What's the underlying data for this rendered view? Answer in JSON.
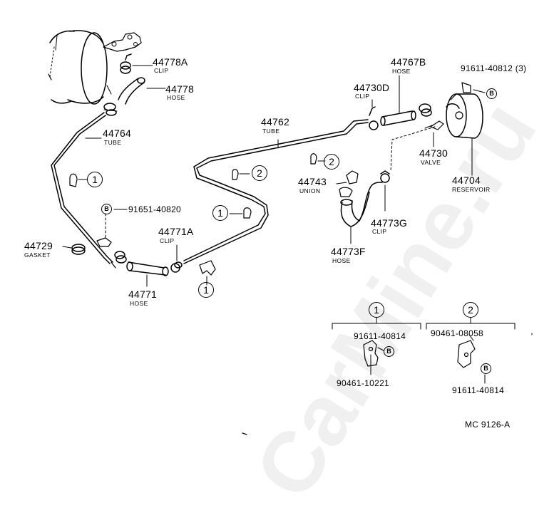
{
  "watermark": "CarMine.ru",
  "figure_code": "MC 9126-A",
  "parts": {
    "p44778A": {
      "number": "44778A",
      "name": "CLIP"
    },
    "p44778": {
      "number": "44778",
      "name": "HOSE"
    },
    "p44764": {
      "number": "44764",
      "name": "TUBE"
    },
    "p44762": {
      "number": "44762",
      "name": "TUBE"
    },
    "p44767B": {
      "number": "44767B",
      "name": "HOSE"
    },
    "p44730D": {
      "number": "44730D",
      "name": "CLIP"
    },
    "p44730": {
      "number": "44730",
      "name": "VALVE"
    },
    "p44704": {
      "number": "44704",
      "name": "RESERVOIR"
    },
    "p44743": {
      "number": "44743",
      "name": "UNION"
    },
    "p44773G": {
      "number": "44773G",
      "name": "CLIP"
    },
    "p44773F": {
      "number": "44773F",
      "name": "HOSE"
    },
    "p44771A": {
      "number": "44771A",
      "name": "CLIP"
    },
    "p44771": {
      "number": "44771",
      "name": "HOSE"
    },
    "p44729": {
      "number": "44729",
      "name": "GASKET"
    }
  },
  "bolts": {
    "b_91611_40812": "91611-40812 (3)",
    "b_91651_40820": "91651-40820",
    "b_91611_40814_a": "91611-40814",
    "b_90461_10221": "90461-10221",
    "b_90461_08058": "90461-08058",
    "b_91611_40814_b": "91611-40814"
  },
  "markers": {
    "one": "1",
    "two": "2",
    "bolt": "B"
  }
}
